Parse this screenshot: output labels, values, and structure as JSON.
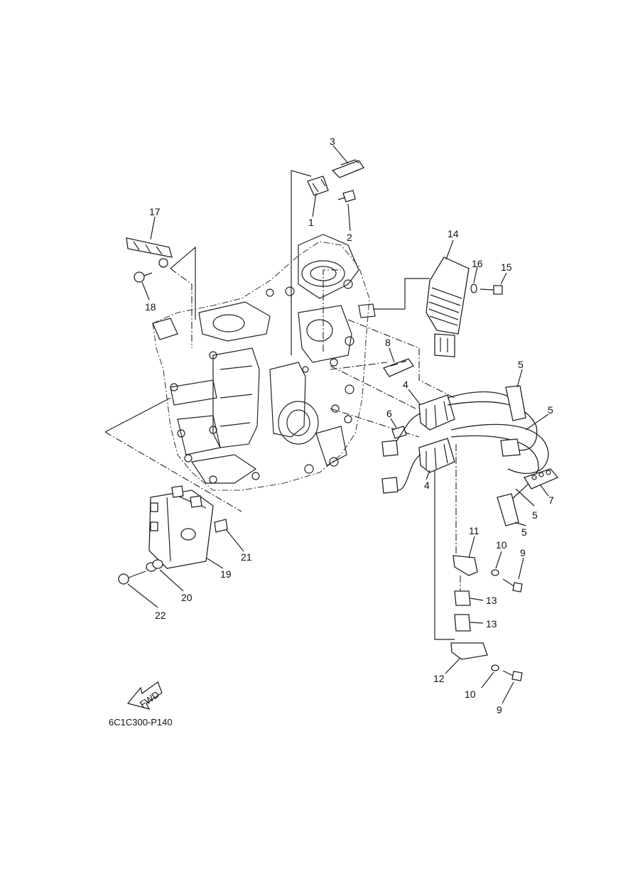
{
  "diagram_code": "6C1C300-P140",
  "fwd_arrow_text": "FWD",
  "callouts": {
    "p1": "1",
    "p2": "2",
    "p3": "3",
    "p4a": "4",
    "p4b": "4",
    "p5a": "5",
    "p5b": "5",
    "p5c": "5",
    "p5d": "5",
    "p6": "6",
    "p7": "7",
    "p8": "8",
    "p9a": "9",
    "p9b": "9",
    "p10a": "10",
    "p10b": "10",
    "p11": "11",
    "p12": "12",
    "p13a": "13",
    "p13b": "13",
    "p14": "14",
    "p15": "15",
    "p16": "16",
    "p17": "17",
    "p18": "18",
    "p19": "19",
    "p20": "20",
    "p21": "21",
    "p22": "22"
  }
}
